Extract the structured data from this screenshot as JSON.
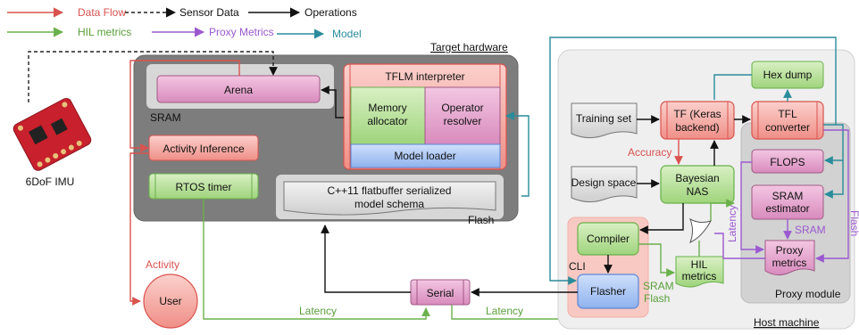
{
  "legend": {
    "data_flow": "Data Flow",
    "sensor_data": "Sensor Data",
    "operations": "Operations",
    "hil_metrics": "HIL metrics",
    "proxy_metrics": "Proxy Metrics",
    "model": "Model"
  },
  "colors": {
    "data_flow": "#d9534f",
    "sensor": "#222222",
    "operations": "#111111",
    "hil": "#6ab04c",
    "proxy": "#9b59d0",
    "model": "#2a8c9a"
  },
  "target": {
    "title": "Target hardware",
    "sram": "SRAM",
    "flash": "Flash",
    "arena": "Arena",
    "tflm": "TFLM interpreter",
    "memory_allocator": [
      "Memory",
      "allocator"
    ],
    "operator_resolver": [
      "Operator",
      "resolver"
    ],
    "model_loader": "Model loader",
    "activity_inference": "Activity Inference",
    "rtos_timer": "RTOS timer",
    "flatbuffer": [
      "C++11 flatbuffer serialized",
      "model schema"
    ]
  },
  "imu_label": "6DoF IMU",
  "activity_label": "Activity",
  "user_label": "User",
  "serial_label": "Serial",
  "latency_1": "Latency",
  "latency_2": "Latency",
  "host": {
    "title": "Host machine",
    "training_set": "Training set",
    "design_space": "Design space",
    "tf": [
      "TF (Keras",
      "backend)"
    ],
    "tfl": [
      "TFL",
      "converter"
    ],
    "hex_dump": "Hex dump",
    "bayesian": [
      "Bayesian",
      "NAS"
    ],
    "accuracy": "Accuracy",
    "compiler": "Compiler",
    "flasher": "Flasher",
    "cli": "CLI",
    "hil_metrics": [
      "HIL",
      "metrics"
    ],
    "sram": "SRAM",
    "flash": "Flash",
    "latency": "Latency",
    "proxy_module": "Proxy module",
    "flops": "FLOPS",
    "sram_estimator": [
      "SRAM",
      "estimator"
    ],
    "proxy_sram": "SRAM",
    "proxy_metrics": [
      "Proxy",
      "metrics"
    ],
    "flash_vertical": "Flash"
  }
}
